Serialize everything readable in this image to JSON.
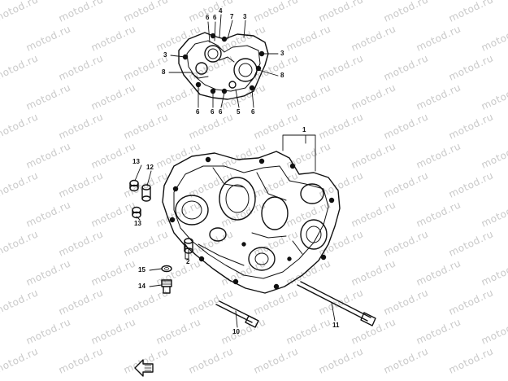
{
  "watermark": "motod.ru",
  "callouts": [
    {
      "id": "c-6a",
      "text": "6"
    },
    {
      "id": "c-6b",
      "text": "6"
    },
    {
      "id": "c-4",
      "text": "4"
    },
    {
      "id": "c-7",
      "text": "7"
    },
    {
      "id": "c-3a",
      "text": "3"
    },
    {
      "id": "c-3b",
      "text": "3"
    },
    {
      "id": "c-3c",
      "text": "3"
    },
    {
      "id": "c-8a",
      "text": "8"
    },
    {
      "id": "c-8b",
      "text": "8"
    },
    {
      "id": "c-6c",
      "text": "6"
    },
    {
      "id": "c-6d",
      "text": "6"
    },
    {
      "id": "c-6e",
      "text": "6"
    },
    {
      "id": "c-5",
      "text": "5"
    },
    {
      "id": "c-6f",
      "text": "6"
    },
    {
      "id": "c-1",
      "text": "1"
    },
    {
      "id": "c-13a",
      "text": "13"
    },
    {
      "id": "c-12",
      "text": "12"
    },
    {
      "id": "c-13b",
      "text": "13"
    },
    {
      "id": "c-2",
      "text": "2"
    },
    {
      "id": "c-15",
      "text": "15"
    },
    {
      "id": "c-14",
      "text": "14"
    },
    {
      "id": "c-10",
      "text": "10"
    },
    {
      "id": "c-11",
      "text": "11"
    }
  ]
}
